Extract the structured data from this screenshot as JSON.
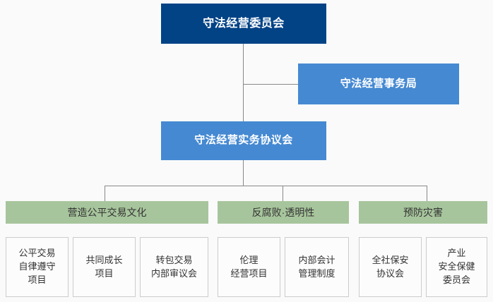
{
  "colors": {
    "background": "#fafafa",
    "committee_fill": "#024386",
    "secretariat_fill": "#4589d2",
    "council_fill": "#4589d2",
    "group_header_fill": "#a7c59c",
    "leaf_fill": "#fcfcfc",
    "leaf_border": "#cccccc",
    "connector": "#888888",
    "light_text": "#ffffff",
    "dark_text": "#333333"
  },
  "nodes": {
    "committee": {
      "label": "守法经营委员会"
    },
    "secretariat": {
      "label": "守法经营事务局"
    },
    "council": {
      "label": "守法经营实务协议会"
    }
  },
  "groups": [
    {
      "header": "营造公平交易文化",
      "items": [
        {
          "lines": [
            "公平交易",
            "自律遵守",
            "项目"
          ]
        },
        {
          "lines": [
            "共同成长",
            "项目"
          ]
        },
        {
          "lines": [
            "转包交易",
            "内部审议会"
          ]
        }
      ]
    },
    {
      "header": "反腐败·透明性",
      "items": [
        {
          "lines": [
            "伦理",
            "经营项目"
          ]
        },
        {
          "lines": [
            "内部会计",
            "管理制度"
          ]
        }
      ]
    },
    {
      "header": "预防灾害",
      "items": [
        {
          "lines": [
            "全社保安",
            "协议会"
          ]
        },
        {
          "lines": [
            "产业",
            "安全保健",
            "委员会"
          ]
        }
      ]
    }
  ]
}
